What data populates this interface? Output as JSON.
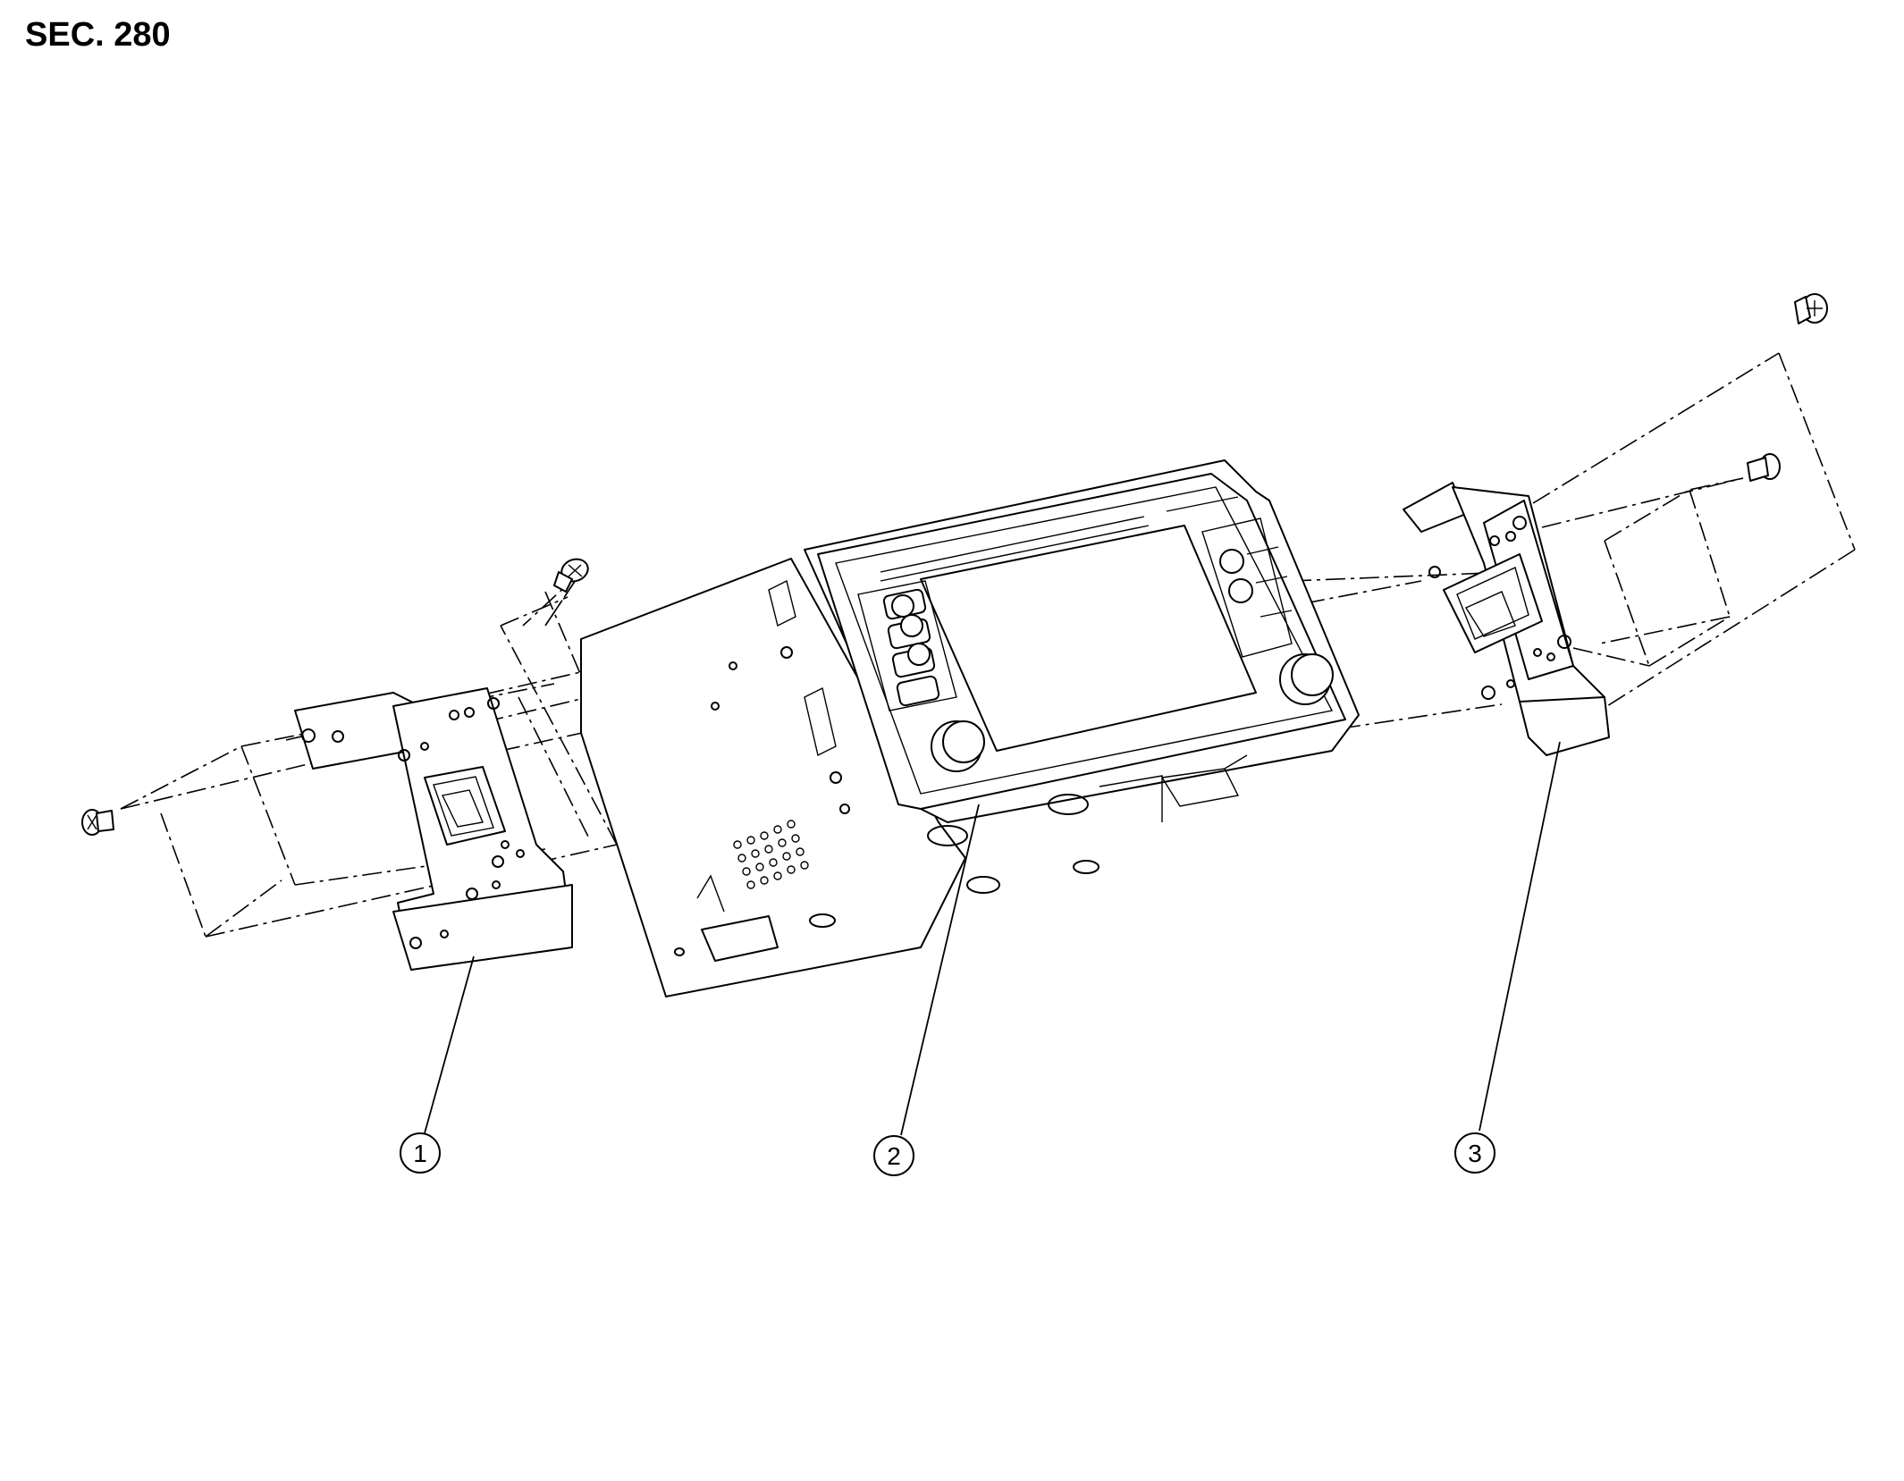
{
  "header": {
    "section": "SEC. 280"
  },
  "callouts": [
    {
      "id": "1",
      "label": "1"
    },
    {
      "id": "2",
      "label": "2"
    },
    {
      "id": "3",
      "label": "3"
    }
  ],
  "colors": {
    "line": "#000000",
    "background": "#ffffff"
  }
}
